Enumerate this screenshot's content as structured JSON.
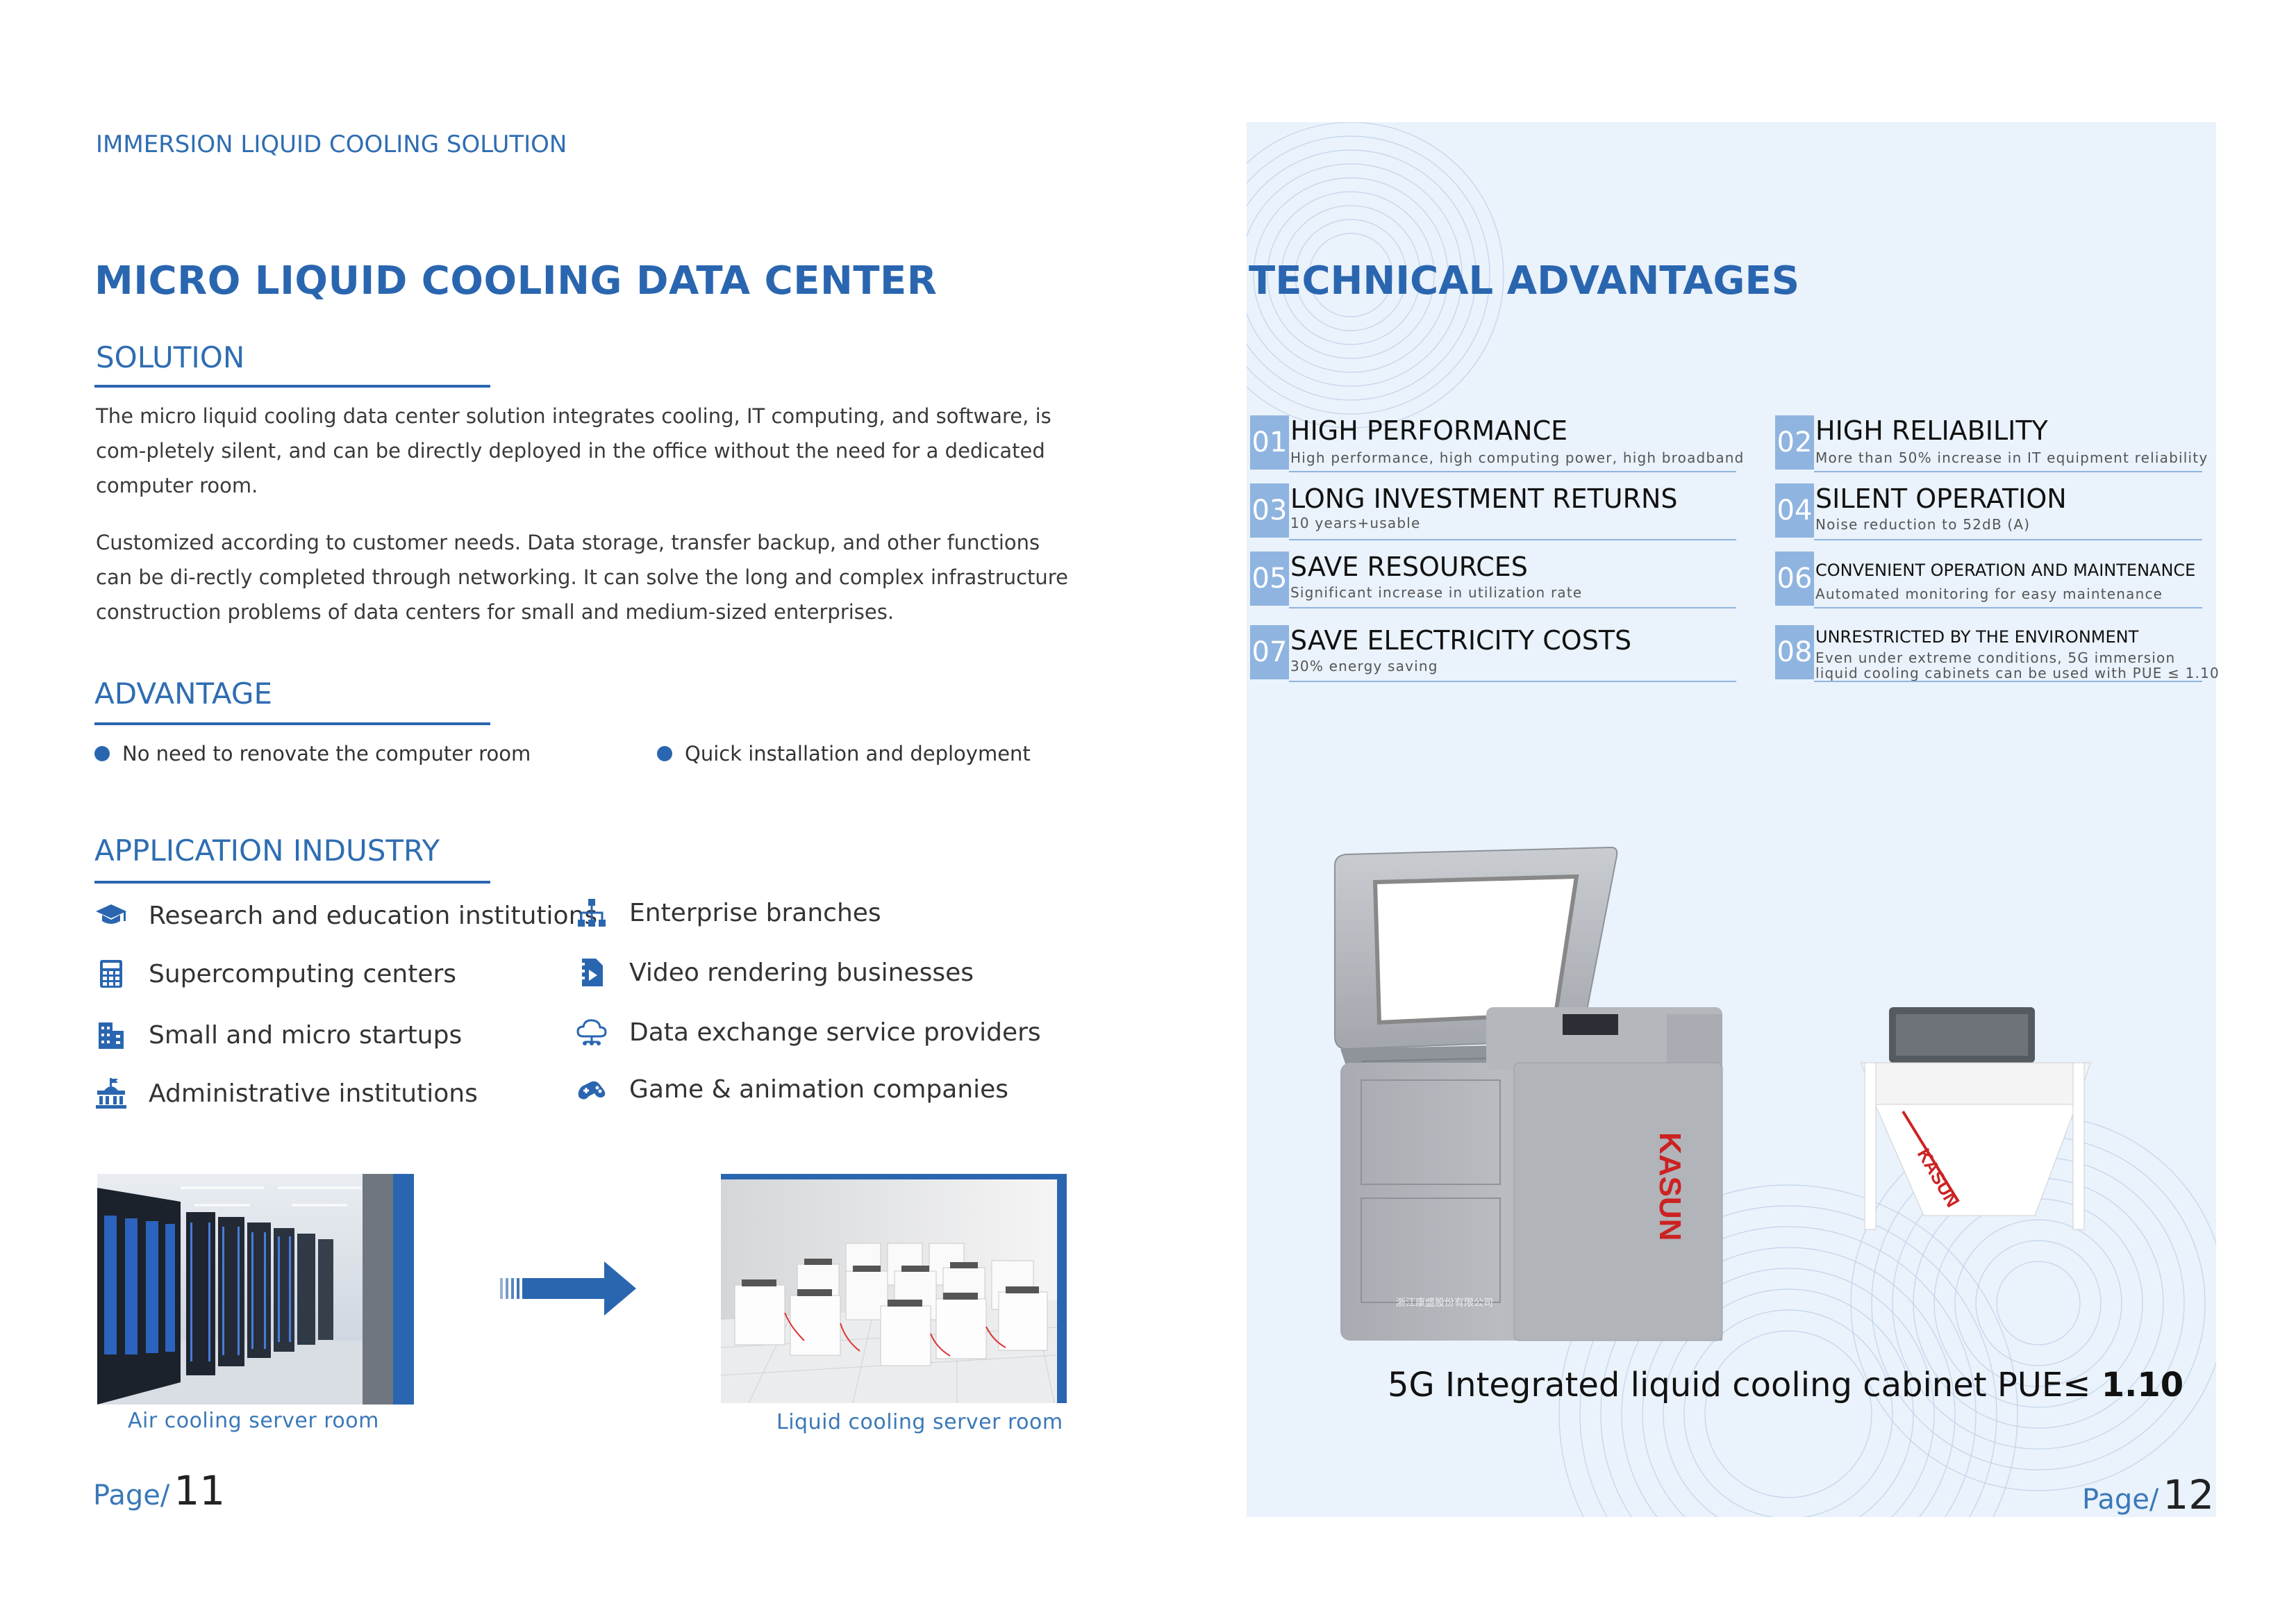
{
  "left": {
    "header": "IMMERSION LIQUID COOLING SOLUTION",
    "title": "MICRO LIQUID COOLING DATA CENTER",
    "solution": {
      "heading": "SOLUTION",
      "para1": "The micro liquid cooling data center solution integrates cooling, IT computing, and software, is com-pletely silent, and can be directly deployed in the office without the need for a dedicated computer room.",
      "para2": "Customized according to customer needs. Data storage, transfer backup, and other functions can be di-rectly completed through networking. It can solve the long and complex infrastructure construction problems of data centers for small and medium-sized enterprises."
    },
    "advantage": {
      "heading": "ADVANTAGE",
      "items": [
        "No need to renovate the computer room",
        "Quick installation and deployment"
      ]
    },
    "industry": {
      "heading": "APPLICATION INDUSTRY",
      "items": [
        {
          "label": "Research and education institutions",
          "icon": "graduation-cap-icon"
        },
        {
          "label": "Enterprise branches",
          "icon": "org-chart-icon"
        },
        {
          "label": "Supercomputing centers",
          "icon": "calculator-icon"
        },
        {
          "label": "Video rendering businesses",
          "icon": "video-file-icon"
        },
        {
          "label": "Small and micro startups",
          "icon": "building-icon"
        },
        {
          "label": "Data exchange service providers",
          "icon": "cloud-network-icon"
        },
        {
          "label": "Administrative institutions",
          "icon": "government-building-icon"
        },
        {
          "label": "Game & animation companies",
          "icon": "gamepad-icon"
        }
      ]
    },
    "captions": {
      "air": "Air cooling server room",
      "liquid": "Liquid cooling server room"
    },
    "page": {
      "label": "Page/",
      "number": "11"
    }
  },
  "right": {
    "title": "TECHNICAL ADVANTAGES",
    "items": [
      {
        "num": "01",
        "title": "HIGH PERFORMANCE",
        "desc": "High performance, high computing power, high broadband"
      },
      {
        "num": "02",
        "title": "HIGH RELIABILITY",
        "desc": "More than 50% increase in IT equipment reliability"
      },
      {
        "num": "03",
        "title": "LONG INVESTMENT RETURNS",
        "desc": "10 years+usable"
      },
      {
        "num": "04",
        "title": "SILENT OPERATION",
        "desc": "Noise reduction to 52dB (A)"
      },
      {
        "num": "05",
        "title": "SAVE RESOURCES",
        "desc": "Significant increase in utilization rate"
      },
      {
        "num": "06",
        "title": "CONVENIENT OPERATION AND MAINTENANCE",
        "desc": "Automated monitoring for easy maintenance"
      },
      {
        "num": "07",
        "title": "SAVE ELECTRICITY COSTS",
        "desc": "30% energy saving"
      },
      {
        "num": "08",
        "title": "UNRESTRICTED BY THE ENVIRONMENT",
        "desc": "Even under extreme conditions, 5G immersion",
        "desc2": "liquid cooling cabinets can be used with PUE ≤ 1.10"
      }
    ],
    "product": {
      "caption": "5G Integrated liquid cooling cabinet PUE≤ ",
      "caption_value": "1.10",
      "brand": "KASUN"
    },
    "page": {
      "label": "Page/",
      "number": "12"
    }
  },
  "colors": {
    "accent": "#2a66b0",
    "panel": "#eaf2fb",
    "tile": "#8fb4e0"
  }
}
